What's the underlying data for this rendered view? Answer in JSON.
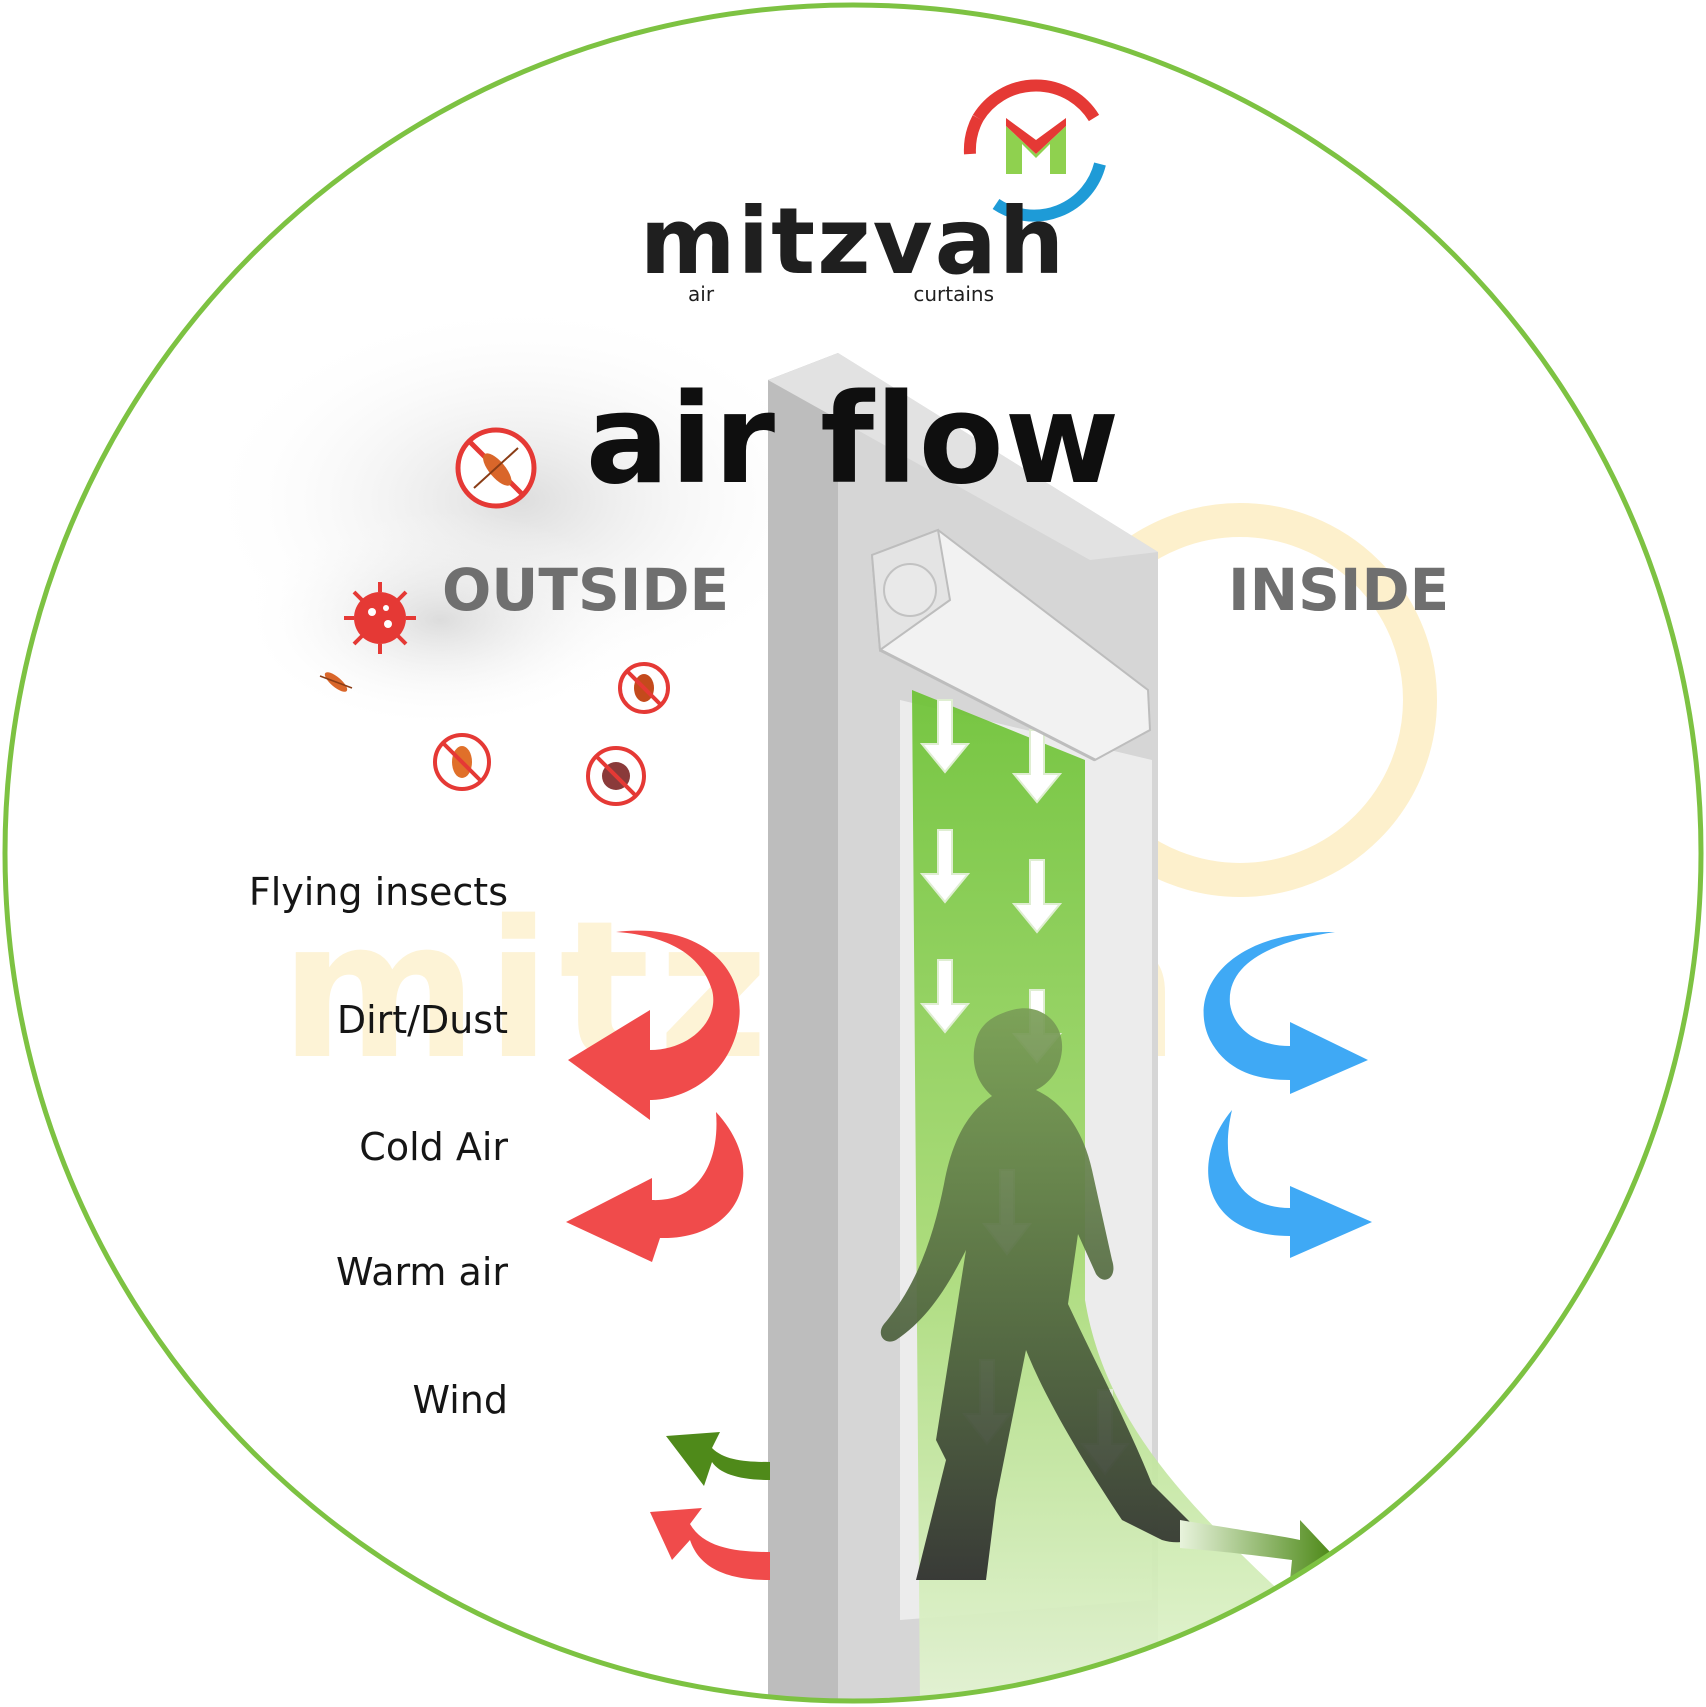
{
  "brand": {
    "name": "mitzvah",
    "tagline": "air curtains",
    "watermark": "mitzvah"
  },
  "diagram": {
    "title": "air flow",
    "outside_label": "OUTSIDE",
    "inside_label": "INSIDE",
    "items": [
      "Flying insects",
      "Dirt/Dust",
      "Cold Air",
      "Warm air",
      "Wind"
    ]
  },
  "colors": {
    "ring": "#7dc242",
    "outside_arrows": "#f04b4b",
    "inside_arrows": "#3fa9f5",
    "wind_arrows": "#4f8a1a",
    "airflow": "#8fd14f",
    "logo_red": "#e53935",
    "logo_blue": "#1e9bd7",
    "logo_green": "#8fd14f",
    "wall": "#c8c8c8"
  },
  "icons": {
    "logo": "mitzvah-m-logo",
    "pests": [
      "mosquito-icon",
      "virus-icon",
      "mosquito-icon",
      "fly-icon",
      "fly-icon",
      "virus-icon"
    ],
    "device": "air-curtain-unit",
    "figure": "walking-person-silhouette"
  }
}
